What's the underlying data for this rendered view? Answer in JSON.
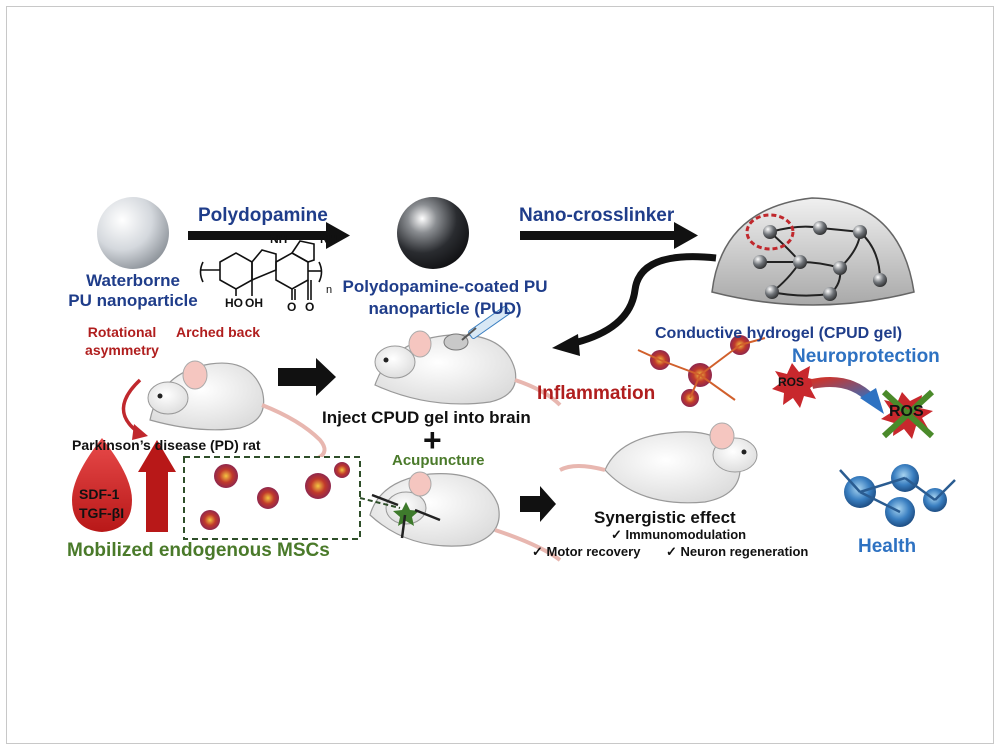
{
  "labels": {
    "polydopamine": "Polydopamine",
    "nano_crosslinker": "Nano-crosslinker",
    "waterborne_pu_line1": "Waterborne",
    "waterborne_pu_line2": "PU nanoparticle",
    "pud_line1": "Polydopamine-coated PU",
    "pud_line2": "nanoparticle (PUD)",
    "rotational_line1": "Rotational",
    "rotational_line2": "asymmetry",
    "arched_back": "Arched back",
    "conductive_hydrogel": "Conductive hydrogel (CPUD gel)",
    "neuroprotection": "Neuroprotection",
    "inflammation": "Inflammation",
    "ros_1": "ROS",
    "ros_2": "ROS",
    "inject": "Inject CPUD gel into brain",
    "plus": "+",
    "parkinsons": "Parkinson’s  disease  (PD)  rat",
    "acupuncture": "Acupuncture",
    "sdf1": "SDF-1",
    "tgf": "TGF-βI",
    "synergistic": "Synergistic effect",
    "immunomodulation": "✓ Immunomodulation",
    "motor_recovery": "✓ Motor recovery",
    "neuron_regeneration": "✓ Neuron  regeneration",
    "mobilized_mscs": "Mobilized endogenous MSCs",
    "health": "Health"
  },
  "chemistry": {
    "nh_1": "NH",
    "nh_2": "NH",
    "ho_1": "HO",
    "oh_1": "OH",
    "o_1": "O",
    "o_2": "O",
    "n_sub": "n"
  },
  "colors": {
    "title_blue": "#1f3d8a",
    "accent_red": "#b01e1e",
    "accent_green": "#4a7a2a",
    "light_blue": "#2e72c2"
  }
}
